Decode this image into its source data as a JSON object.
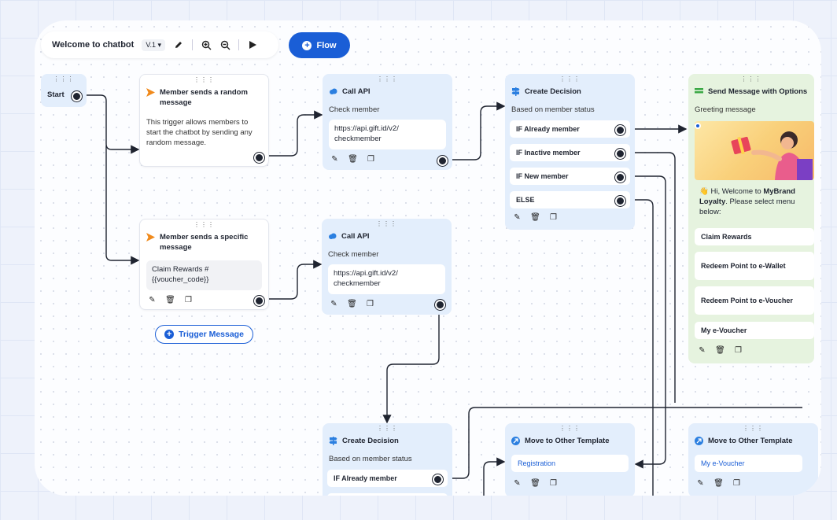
{
  "toolbar": {
    "title": "Welcome to chatbot",
    "version": "V.1 ▾",
    "flow_label": "Flow"
  },
  "start_node": {
    "label": "Start"
  },
  "trigger_random": {
    "title": "Member sends a random message",
    "description": "This trigger allows members to start the chatbot by sending any random message."
  },
  "trigger_specific": {
    "title": "Member sends a specific message",
    "message": "Claim Rewards #{{voucher_code}}"
  },
  "trigger_button": {
    "label": "Trigger Message"
  },
  "call_api_1": {
    "title": "Call API",
    "subtitle": "Check member",
    "url": "https://api.gift.id/v2/ checkmember"
  },
  "call_api_2": {
    "title": "Call API",
    "subtitle": "Check member",
    "url": "https://api.gift.id/v2/ checkmember"
  },
  "decision_1": {
    "title": "Create Decision",
    "subtitle": "Based on member status",
    "options": [
      "IF Already member",
      "IF Inactive member",
      "IF New member",
      "ELSE"
    ]
  },
  "decision_2": {
    "title": "Create Decision",
    "subtitle": "Based on member status",
    "options": [
      "IF Already member"
    ]
  },
  "send_message": {
    "title": "Send Message with Options",
    "subtitle": "Greeting message",
    "greeting_prefix": "👋 Hi, Welcome to ",
    "greeting_brand": "MyBrand Loyalty",
    "greeting_suffix": ". Please select menu below:",
    "options": [
      "Claim Rewards",
      "Redeem Point to e-Wallet",
      "Redeem Point to e-Voucher",
      "My e-Voucher"
    ]
  },
  "move_1": {
    "title": "Move to Other Template",
    "target": "Registration"
  },
  "move_2": {
    "title": "Move to Other Template",
    "target": "My e-Voucher"
  },
  "colors": {
    "accent": "#1a5ed6",
    "node_blue": "#e3eefc",
    "node_green": "#e6f3df",
    "trigger_orange": "#f08a1c"
  }
}
